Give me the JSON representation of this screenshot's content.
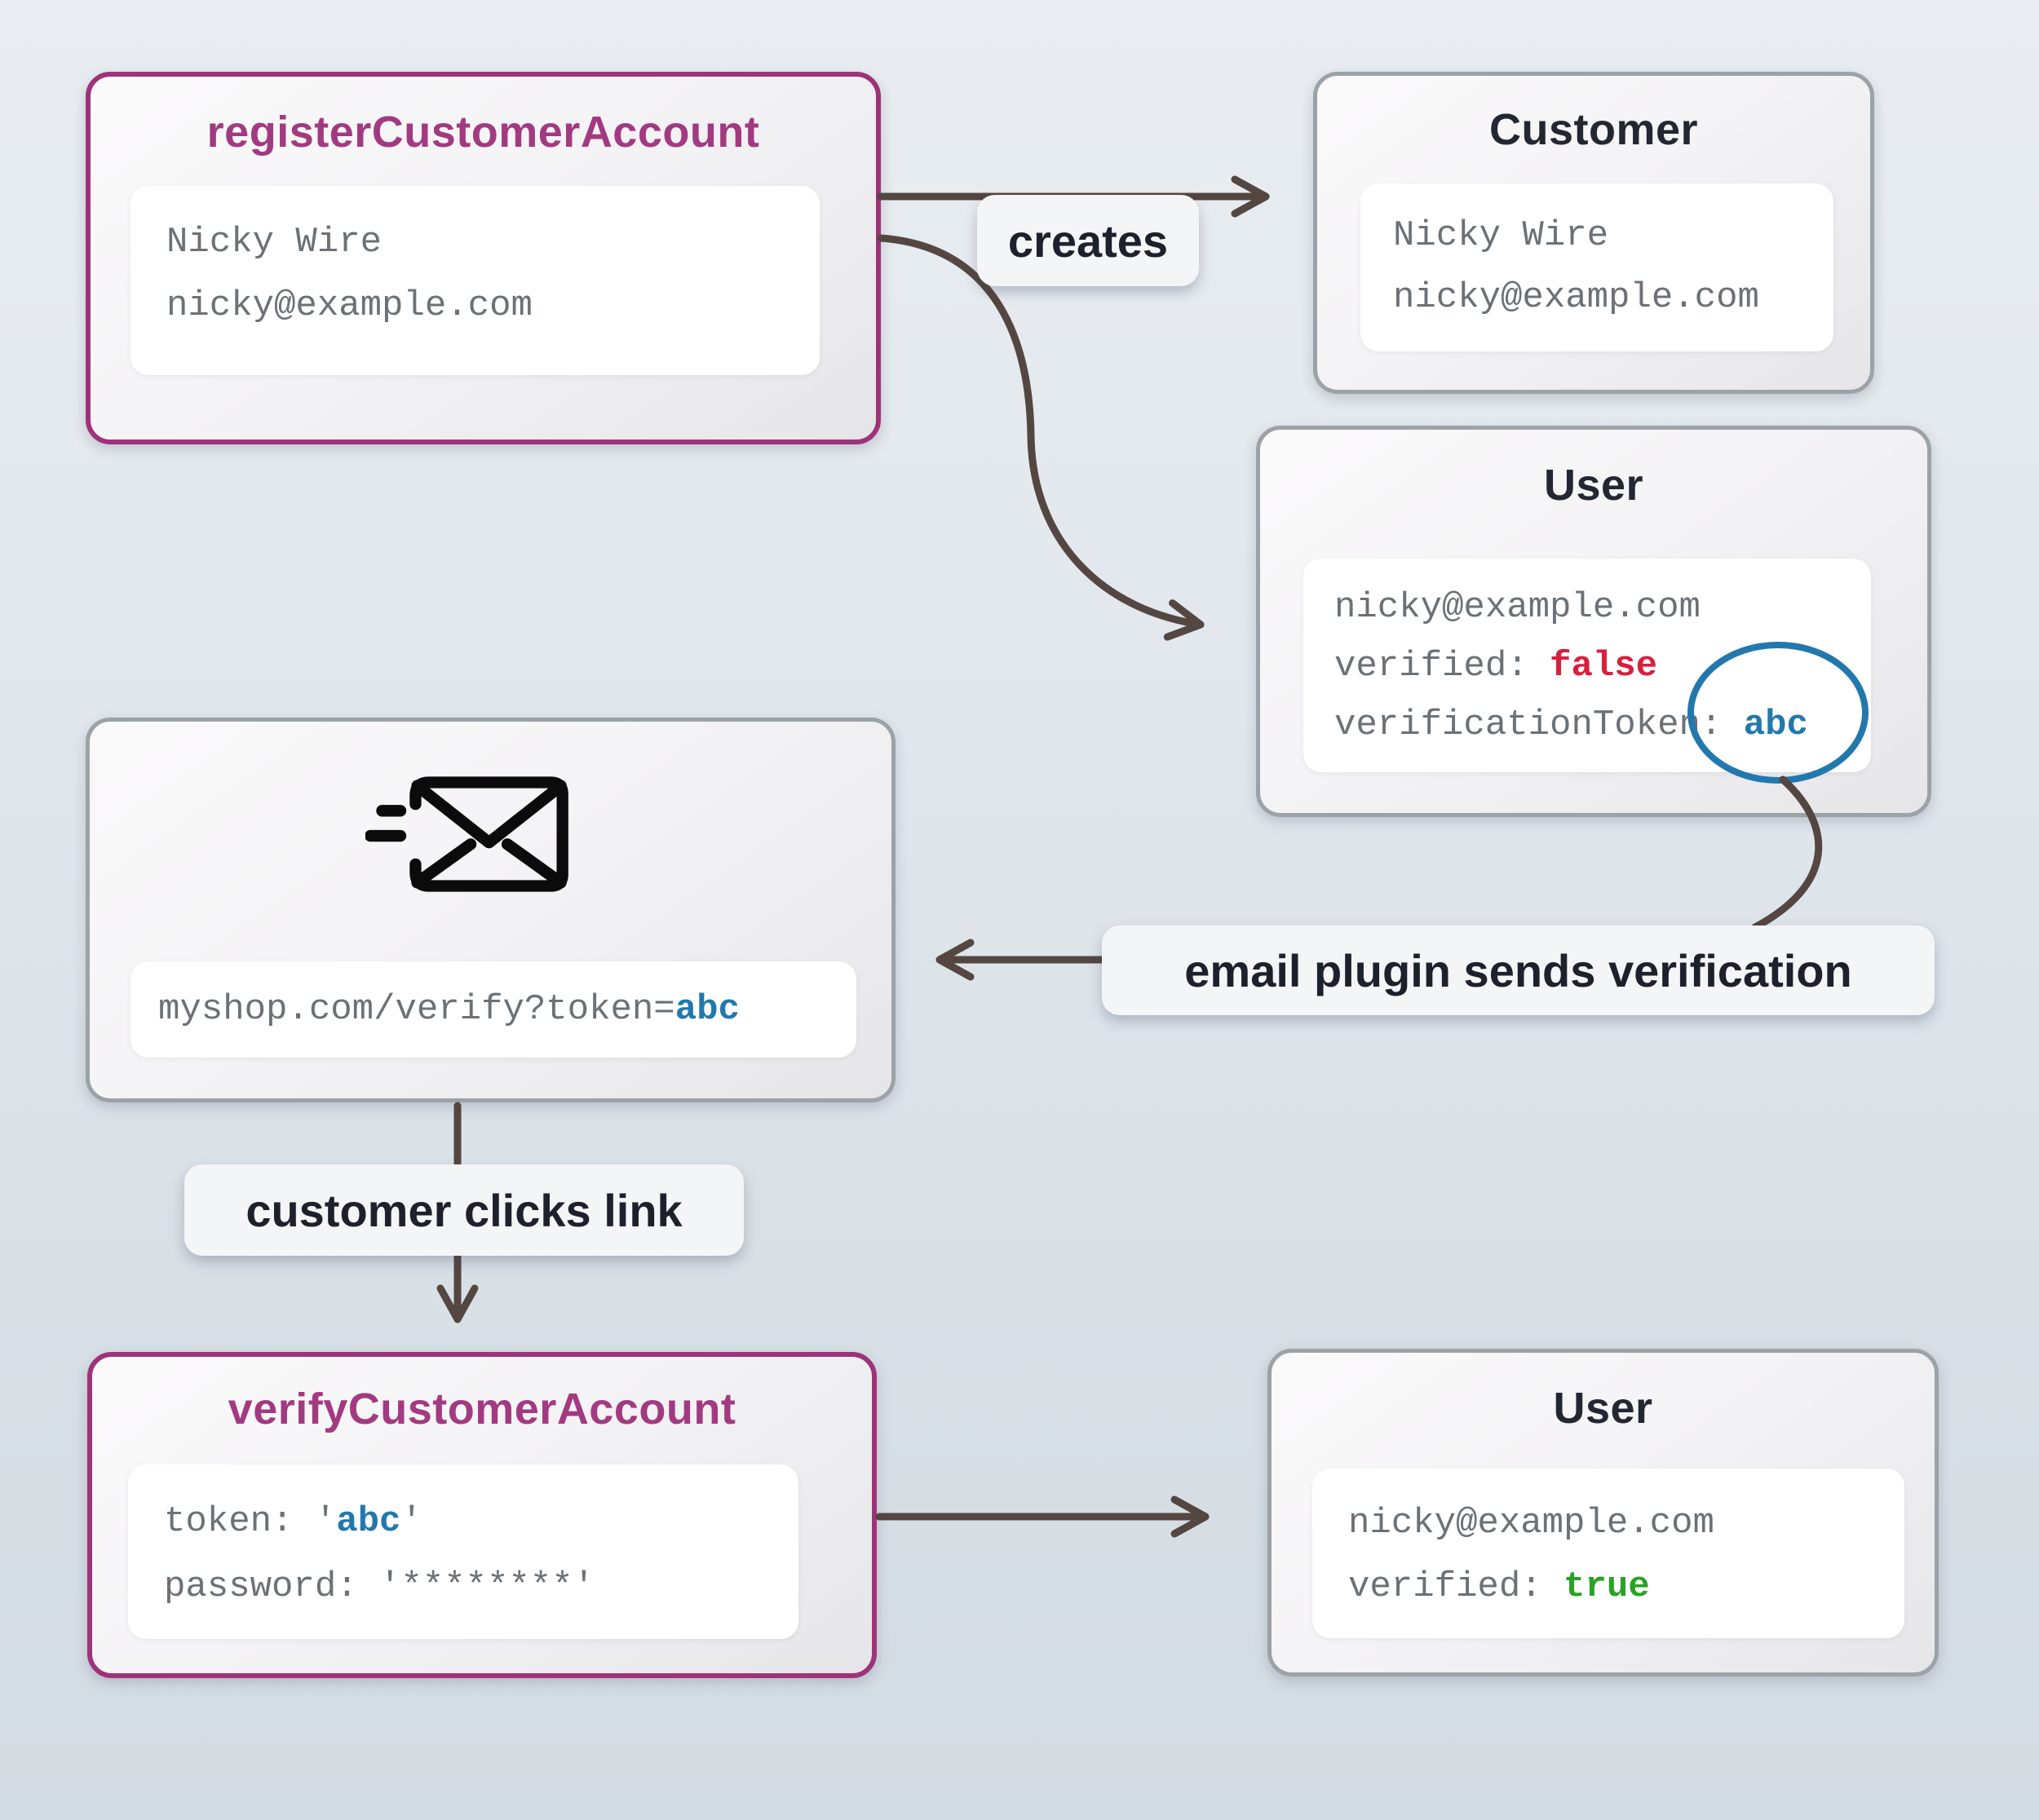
{
  "diagram": {
    "register": {
      "title": "registerCustomerAccount",
      "line1": "Nicky Wire",
      "line2": "nicky@example.com"
    },
    "customer": {
      "title": "Customer",
      "line1": "Nicky Wire",
      "line2": "nicky@example.com"
    },
    "user_unverified": {
      "title": "User",
      "email": "nicky@example.com",
      "verified_key": "verified: ",
      "verified_value": "false",
      "token_key": "verificationToken: ",
      "token_value": "abc"
    },
    "email_message": {
      "url_prefix": "myshop.com/verify?token=",
      "url_token": "abc"
    },
    "verify": {
      "title": "verifyCustomerAccount",
      "token_key": "token: ",
      "quote": "'",
      "token_value": "abc",
      "password_key": "password: ",
      "password_value": "'********'"
    },
    "user_verified": {
      "title": "User",
      "email": "nicky@example.com",
      "verified_key": "verified: ",
      "verified_value": "true"
    },
    "edge_labels": {
      "creates": "creates",
      "email_plugin": "email plugin sends verification",
      "customer_clicks": "customer clicks link"
    }
  },
  "colors": {
    "c-purple": "#9d3379",
    "c-purple-text": "#a23a81",
    "c-border": "#9ba3a8",
    "c-title": "#222732",
    "c-mono": "#6b7176",
    "c-red": "#d81f3d",
    "c-green": "#2aa226",
    "c-blue": "#2278ad",
    "c-arrow": "#544641",
    "c-label-text": "#1c212c"
  }
}
